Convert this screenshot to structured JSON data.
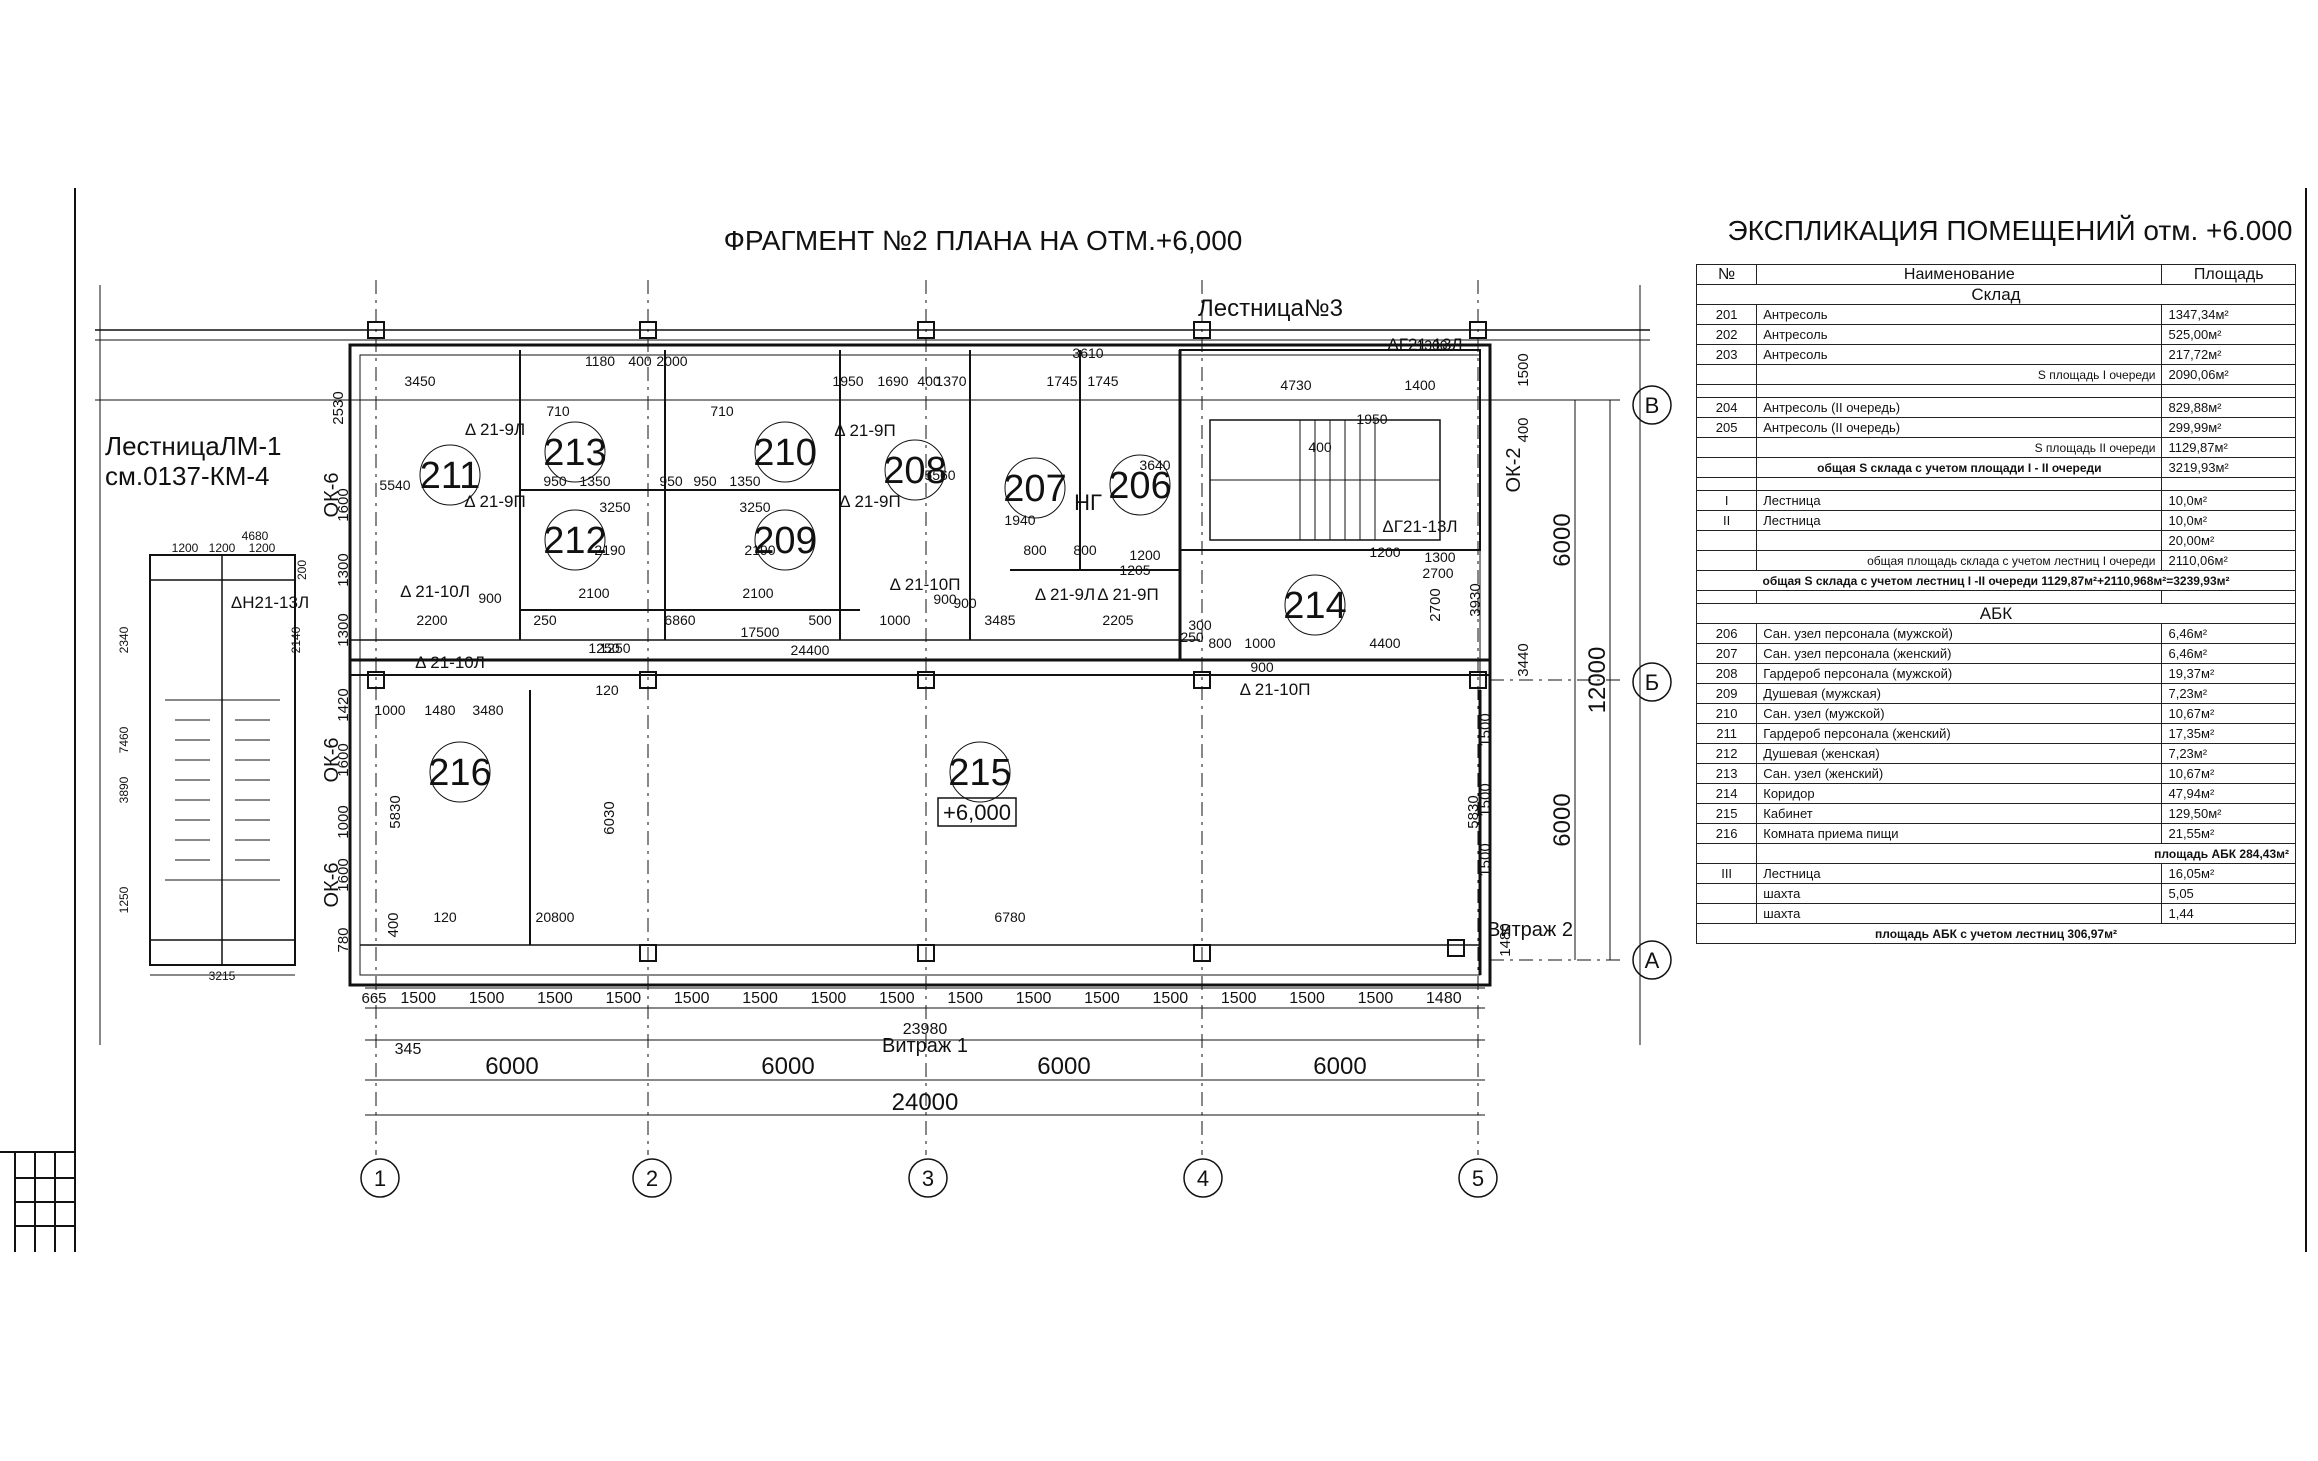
{
  "plan": {
    "title": "ФРАГМЕНТ №2 ПЛАНА НА ОТМ.+6,000",
    "stair_ref_line1": "ЛестницаЛМ-1",
    "stair_ref_line2": "см.0137-КМ-4",
    "stair3_label": "Лестница№3",
    "vitrazh1": "Витраж 1",
    "vitrazh2": "Витраж 2",
    "level_mark": "+6,000",
    "rooms": [
      "211",
      "213",
      "210",
      "208",
      "207",
      "206",
      "212",
      "209",
      "214",
      "216",
      "215"
    ],
    "axes_numeric": [
      "1",
      "2",
      "3",
      "4",
      "5"
    ],
    "axes_letter": [
      "В",
      "Б",
      "А"
    ],
    "dims_bottom_row": [
      "665",
      "1500",
      "1500",
      "1500",
      "1500",
      "1500",
      "1500",
      "1500",
      "1500",
      "1500",
      "1500",
      "1500",
      "1500",
      "1500",
      "1500",
      "1500",
      "1480"
    ],
    "dim_23980": "23980",
    "dim_345": "345",
    "dims_spans": [
      "6000",
      "6000",
      "6000",
      "6000"
    ],
    "dim_total": "24000",
    "dims_right": [
      "6000",
      "6000"
    ],
    "dim_right_total": "12000",
    "dims_right_small": [
      "1500",
      "400",
      "3930",
      "3440",
      "1500",
      "1500",
      "1500",
      "1480",
      "5830",
      "2700"
    ],
    "dims_left_small": [
      "2530",
      "1600",
      "1300",
      "1300",
      "1420",
      "1600",
      "1000",
      "1600",
      "780",
      "5830",
      "6030",
      "400"
    ],
    "dims_interior": [
      "3450",
      "1180",
      "400",
      "2000",
      "710",
      "710",
      "1950",
      "1690",
      "400",
      "1370",
      "1745",
      "1745",
      "3610",
      "4730",
      "1300",
      "1400",
      "3250",
      "3250",
      "950",
      "1350",
      "950",
      "1350",
      "950",
      "2100",
      "2100",
      "2200",
      "900",
      "250",
      "6860",
      "500",
      "1000",
      "3485",
      "2205",
      "17500",
      "24400",
      "800",
      "1000",
      "4400",
      "900",
      "1000",
      "1480",
      "3480",
      "120",
      "20800",
      "6780",
      "1200",
      "1300",
      "2700",
      "1950",
      "400",
      "120",
      "1250",
      "1250",
      "250",
      "300",
      "900",
      "900",
      "800",
      "800",
      "1205",
      "1200",
      "5540",
      "5560",
      "1940",
      "2190",
      "2190",
      "3640"
    ],
    "doors": [
      "Δ 21-9Л",
      "Δ 21-9П",
      "Δ 21-9П",
      "Δ 21-9П",
      "Δ 21-10П",
      "Δ 21-10Л",
      "Δ 21-10Л",
      "Δ 21-9Л",
      "Δ 21-9П",
      "Δ 21-10П",
      "ΔГ21-13Л",
      "ΔГ21-13Л",
      "ΔН21-13Л"
    ],
    "ok_labels": [
      "ОК-6",
      "ОК-6",
      "ОК-6",
      "ОК-2"
    ],
    "stair_lm1_dims": [
      "4680",
      "1200",
      "1200",
      "1200",
      "3215",
      "2340",
      "7460",
      "3890",
      "1250",
      "200",
      "2140"
    ],
    "shaft_marks": [
      "НГ"
    ]
  },
  "explication": {
    "title": "ЭКСПЛИКАЦИЯ  ПОМЕЩЕНИЙ  отм. +6.000",
    "headers": [
      "№",
      "Наименование",
      "Площадь"
    ],
    "section_sklad": "Склад",
    "sklad_rows": [
      {
        "num": "201",
        "name": "Антресоль",
        "area": "1347,34м²"
      },
      {
        "num": "202",
        "name": "Антресоль",
        "area": "525,00м²"
      },
      {
        "num": "203",
        "name": "Антресоль",
        "area": "217,72м²"
      }
    ],
    "sum1_label": "S площадь I очереди",
    "sum1_value": "2090,06м²",
    "sklad_rows2": [
      {
        "num": "204",
        "name": "Антресоль (II очередь)",
        "area": "829,88м²"
      },
      {
        "num": "205",
        "name": "Антресоль (II очередь)",
        "area": "299,99м²"
      }
    ],
    "sum2_label": "S площадь II очереди",
    "sum2_value": "1129,87м²",
    "sum3_label": "общая S склада с учетом  площади I - II очереди",
    "sum3_value": "3219,93м²",
    "stairs_rows": [
      {
        "num": "I",
        "name": "Лестница",
        "area": "10,0м²"
      },
      {
        "num": "II",
        "name": "Лестница",
        "area": "10,0м²"
      },
      {
        "num": "",
        "name": "",
        "area": "20,00м²"
      }
    ],
    "sum4_label": "общая площадь склада с учетом лестниц I очереди",
    "sum4_value": "2110,06м²",
    "sum5_label": "общая S склада с учетом лестниц  I -II очереди 1129,87м²+2110,968м²=3239,93м²",
    "section_abk": "АБК",
    "abk_rows": [
      {
        "num": "206",
        "name": "Сан. узел персонала (мужской)",
        "area": "6,46м²"
      },
      {
        "num": "207",
        "name": "Сан. узел персонала (женский)",
        "area": "6,46м²"
      },
      {
        "num": "208",
        "name": "Гардероб персонала (мужской)",
        "area": "19,37м²"
      },
      {
        "num": "209",
        "name": "Душевая (мужская)",
        "area": "7,23м²"
      },
      {
        "num": "210",
        "name": "Сан. узел (мужской)",
        "area": "10,67м²"
      },
      {
        "num": "211",
        "name": "Гардероб персонала (женский)",
        "area": "17,35м²"
      },
      {
        "num": "212",
        "name": "Душевая (женская)",
        "area": "7,23м²"
      },
      {
        "num": "213",
        "name": "Сан. узел (женский)",
        "area": "10,67м²"
      },
      {
        "num": "214",
        "name": "Коридор",
        "area": "47,94м²"
      },
      {
        "num": "215",
        "name": "Кабинет",
        "area": "129,50м²"
      },
      {
        "num": "216",
        "name": "Комната приема пищи",
        "area": "21,55м²"
      }
    ],
    "sum6_label": "площадь АБК  284,43м²",
    "abk_rows2": [
      {
        "num": "III",
        "name": "Лестница",
        "area": "16,05м²"
      },
      {
        "num": "",
        "name": "шахта",
        "area": "5,05"
      },
      {
        "num": "",
        "name": "шахта",
        "area": "1,44"
      }
    ],
    "sum7_label": "площадь АБК с учетом лестниц  306,97м²"
  }
}
